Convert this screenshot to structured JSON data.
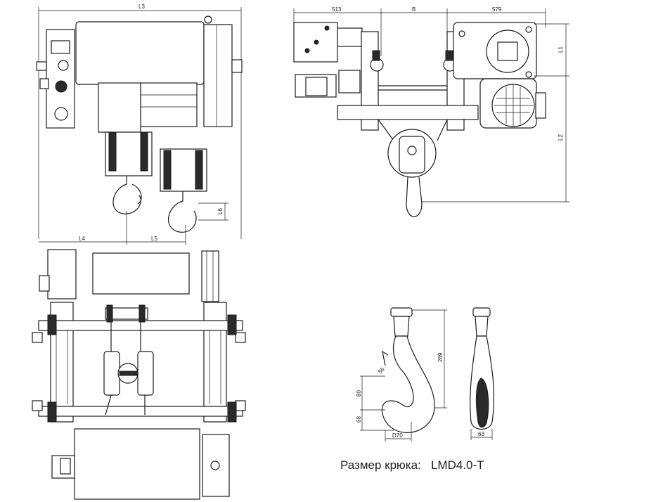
{
  "dimensions": {
    "L3": "L3",
    "L4": "L4",
    "L5": "L5",
    "L6": "L6",
    "dim_513": "513",
    "B": "B",
    "dim_579": "579",
    "L1": "L1",
    "L2": "L2",
    "hook_289": "289",
    "hook_56": "56",
    "hook_80": "80",
    "hook_68": "68",
    "hook_D70": "D70",
    "hook_63": "63"
  },
  "caption": {
    "label": "Размер крюка:",
    "model": "LMD4.0-T"
  }
}
